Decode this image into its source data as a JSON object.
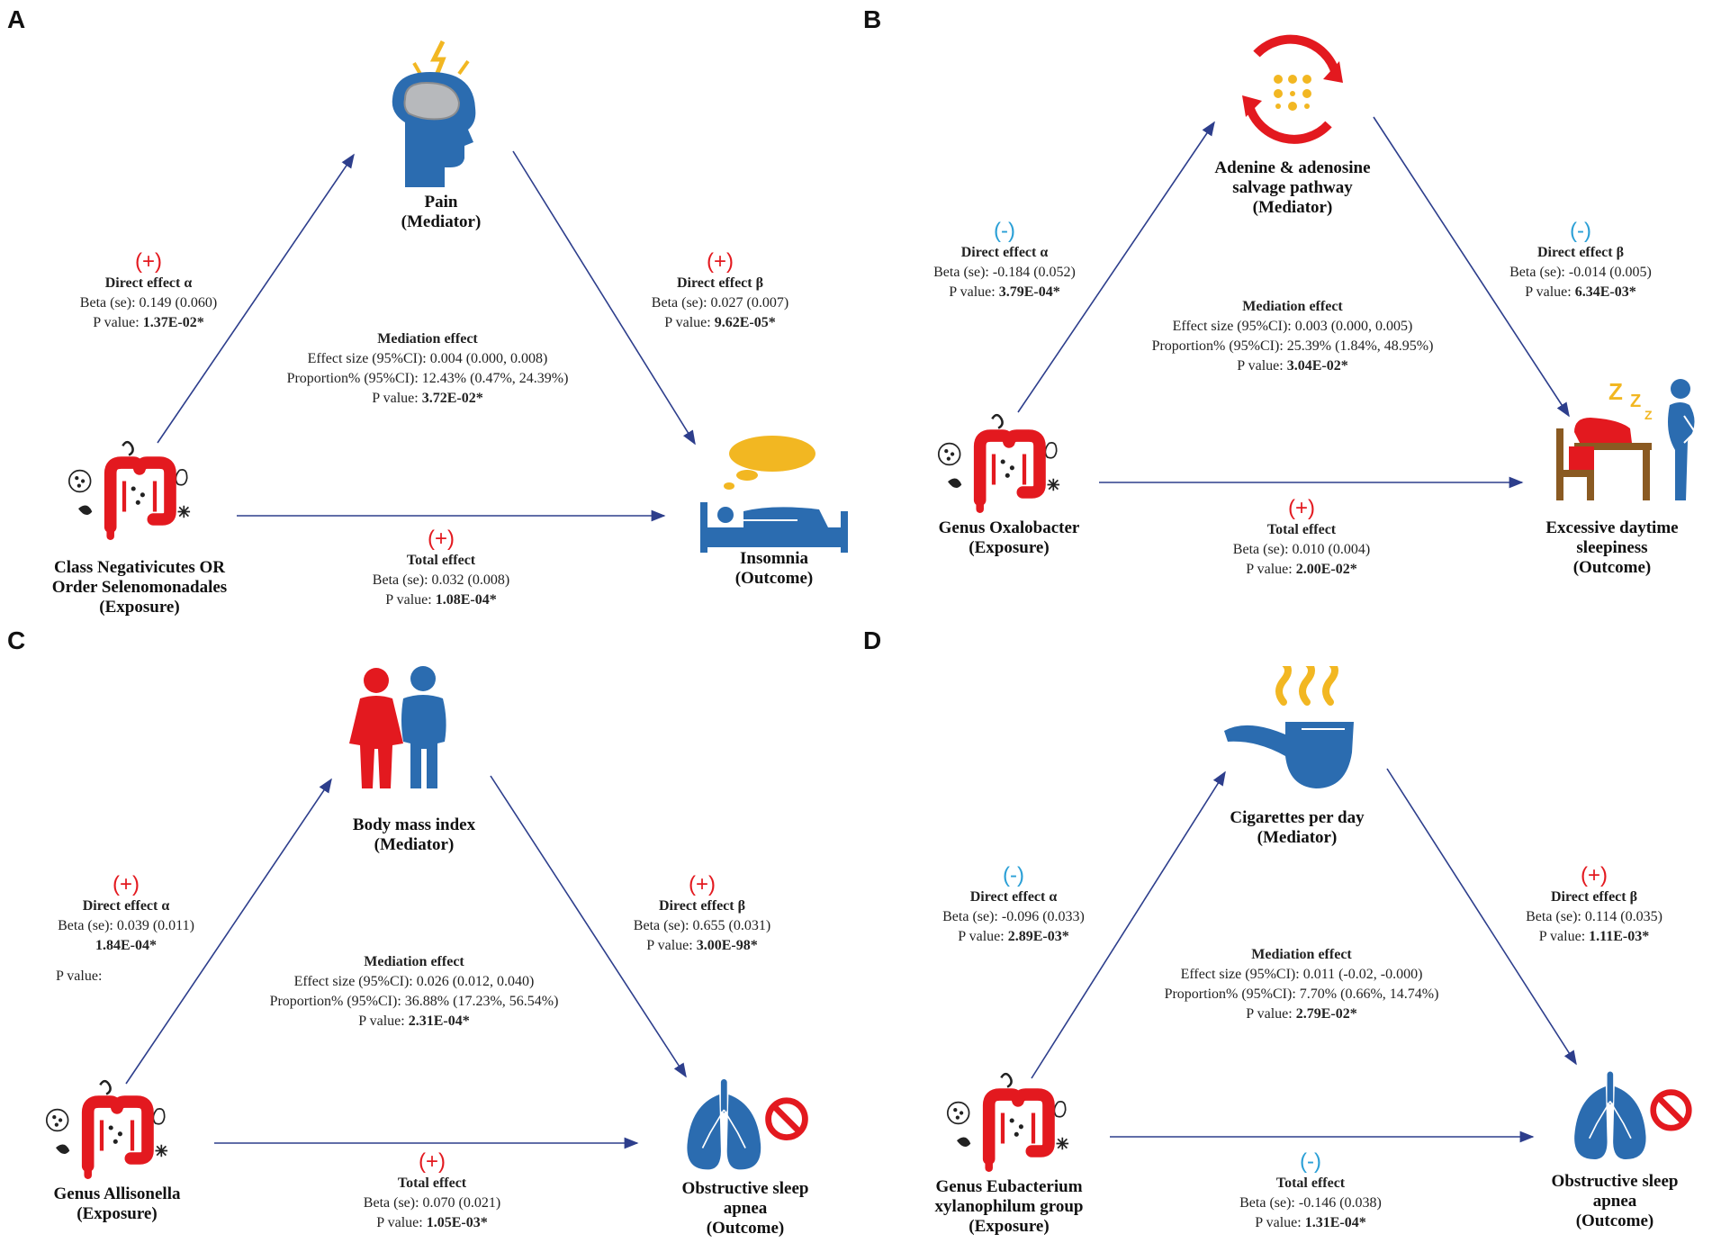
{
  "colors": {
    "red": "#e3191f",
    "blue": "#2b6cb0",
    "arrow": "#2d3e8c",
    "positive": "#e3191f",
    "negative": "#2a9fd6",
    "yellow": "#f2b722"
  },
  "panels": [
    {
      "letter": "A",
      "mediator": [
        "Pain",
        "(Mediator)"
      ],
      "exposure": [
        "Class Negativicutes OR",
        "Order Selenomonadales",
        "(Exposure)"
      ],
      "outcome": [
        "Insomnia",
        "(Outcome)"
      ],
      "alpha": {
        "sign": "(+)",
        "title": "Direct effect α",
        "beta": "Beta (se): 0.149 (0.060)",
        "p_label": "P value: ",
        "p": "1.37E-02*"
      },
      "beta": {
        "sign": "(+)",
        "title": "Direct effect β",
        "beta": "Beta (se): 0.027 (0.007)",
        "p_label": "P value: ",
        "p": "9.62E-05*"
      },
      "mediation": {
        "title": "Mediation effect",
        "effect": "Effect size (95%CI): 0.004 (0.000, 0.008)",
        "proportion": "Proportion% (95%CI): 12.43% (0.47%, 24.39%)",
        "p_label": "P value: ",
        "p": "3.72E-02*"
      },
      "total": {
        "sign": "(+)",
        "title": "Total effect",
        "beta": "Beta (se): 0.032 (0.008)",
        "p_label": "P value: ",
        "p": "1.08E-04*"
      }
    },
    {
      "letter": "B",
      "mediator": [
        "Adenine & adenosine",
        "salvage pathway",
        "(Mediator)"
      ],
      "exposure": [
        "Genus Oxalobacter",
        "(Exposure)"
      ],
      "outcome": [
        "Excessive daytime",
        "sleepiness",
        "(Outcome)"
      ],
      "alpha": {
        "sign": "(-)",
        "title": "Direct effect α",
        "beta": "Beta (se): -0.184 (0.052)",
        "p_label": "P value: ",
        "p": "3.79E-04*"
      },
      "beta": {
        "sign": "(-)",
        "title": "Direct effect β",
        "beta": "Beta (se): -0.014 (0.005)",
        "p_label": "P value: ",
        "p": "6.34E-03*"
      },
      "mediation": {
        "title": "Mediation effect",
        "effect": "Effect size (95%CI): 0.003 (0.000, 0.005)",
        "proportion": "Proportion% (95%CI): 25.39% (1.84%, 48.95%)",
        "p_label": "P value: ",
        "p": "3.04E-02*"
      },
      "total": {
        "sign": "(+)",
        "title": "Total effect",
        "beta": "Beta (se): 0.010 (0.004)",
        "p_label": "P value: ",
        "p": "2.00E-02*"
      }
    },
    {
      "letter": "C",
      "mediator": [
        "Body mass index",
        "(Mediator)"
      ],
      "exposure": [
        "Genus Allisonella",
        "(Exposure)"
      ],
      "outcome": [
        "Obstructive sleep",
        "apnea",
        "(Outcome)"
      ],
      "alpha": {
        "sign": "(+)",
        "title": "Direct effect α",
        "beta": "Beta (se): 0.039 (0.011)",
        "p_label": "P value:",
        "p": "1.84E-04*"
      },
      "beta": {
        "sign": "(+)",
        "title": "Direct effect β",
        "beta": "Beta (se): 0.655 (0.031)",
        "p_label": "P value: ",
        "p": "3.00E-98*"
      },
      "mediation": {
        "title": "Mediation effect",
        "effect": "Effect size (95%CI): 0.026 (0.012, 0.040)",
        "proportion": "Proportion% (95%CI): 36.88% (17.23%, 56.54%)",
        "p_label": "P value: ",
        "p": "2.31E-04*"
      },
      "total": {
        "sign": "(+)",
        "title": "Total effect",
        "beta": "Beta (se): 0.070 (0.021)",
        "p_label": "P value: ",
        "p": "1.05E-03*"
      }
    },
    {
      "letter": "D",
      "mediator": [
        "Cigarettes per day",
        "(Mediator)"
      ],
      "exposure": [
        "Genus Eubacterium",
        "xylanophilum group",
        "(Exposure)"
      ],
      "outcome": [
        "Obstructive sleep",
        "apnea",
        "(Outcome)"
      ],
      "alpha": {
        "sign": "(-)",
        "title": "Direct effect α",
        "beta": "Beta (se): -0.096 (0.033)",
        "p_label": "P value: ",
        "p": "2.89E-03*"
      },
      "beta": {
        "sign": "(+)",
        "title": "Direct effect β",
        "beta": "Beta (se): 0.114 (0.035)",
        "p_label": "P value: ",
        "p": "1.11E-03*"
      },
      "mediation": {
        "title": "Mediation effect",
        "effect": "Effect size (95%CI): 0.011 (-0.02, -0.000)",
        "proportion": "Proportion% (95%CI): 7.70% (0.66%, 14.74%)",
        "p_label": "P value: ",
        "p": "2.79E-02*"
      },
      "total": {
        "sign": "(-)",
        "title": "Total effect",
        "beta": "Beta (se): -0.146 (0.038)",
        "p_label": "P value: ",
        "p": "1.31E-04*"
      }
    }
  ]
}
